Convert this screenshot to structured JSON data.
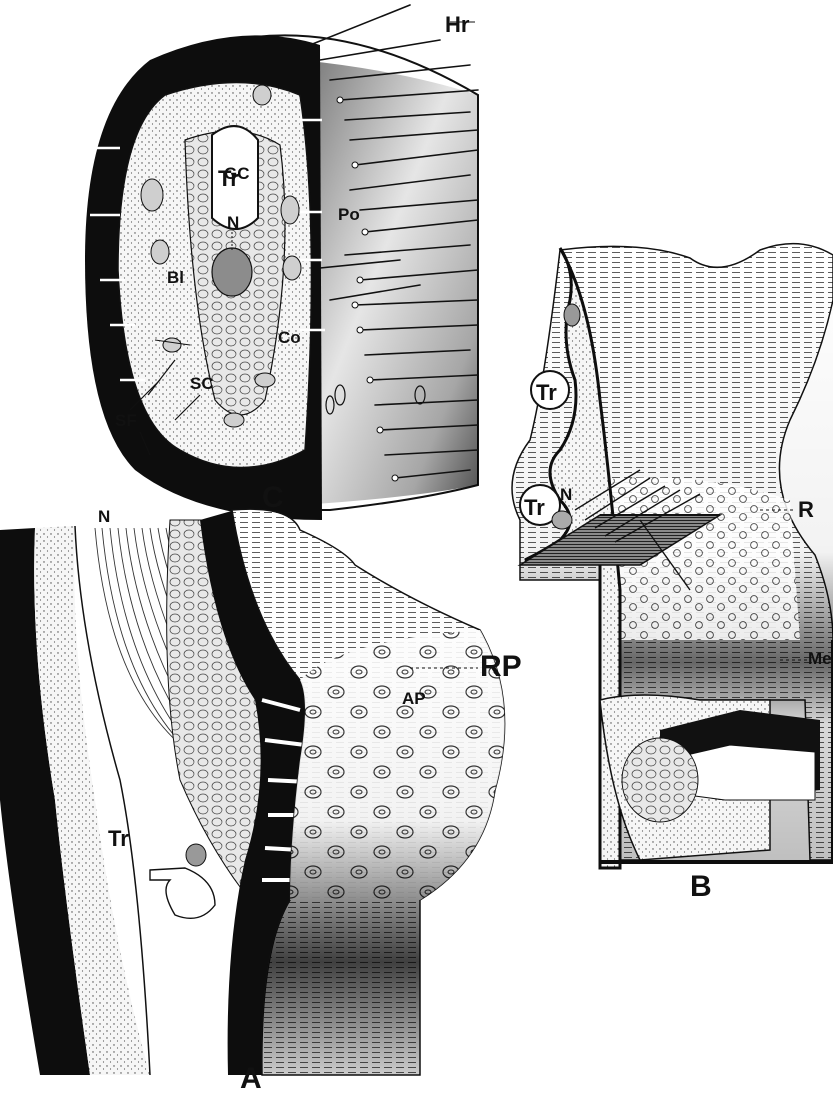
{
  "figure": {
    "panel_a": {
      "letter": "A",
      "labels": {
        "n": "N",
        "rp": "RP",
        "ap": "AP",
        "tr": "Tr"
      }
    },
    "panel_b": {
      "letter": "B",
      "labels": {
        "tr_upper": "Tr",
        "tr_lower": "Tr",
        "n": "N",
        "r": "R",
        "me": "Me"
      }
    },
    "panel_c": {
      "letter": "C",
      "labels": {
        "hr": "Hr",
        "gc": "GC",
        "tr": "Tr",
        "n": "N",
        "po": "Po",
        "bl": "Bl",
        "co": "Co",
        "sc": "SC",
        "sf": "SF"
      }
    },
    "colors": {
      "ink": "#111111",
      "paper": "#ffffff",
      "stipple": "#d9d9d9",
      "shade": "#6e6e6e"
    }
  }
}
